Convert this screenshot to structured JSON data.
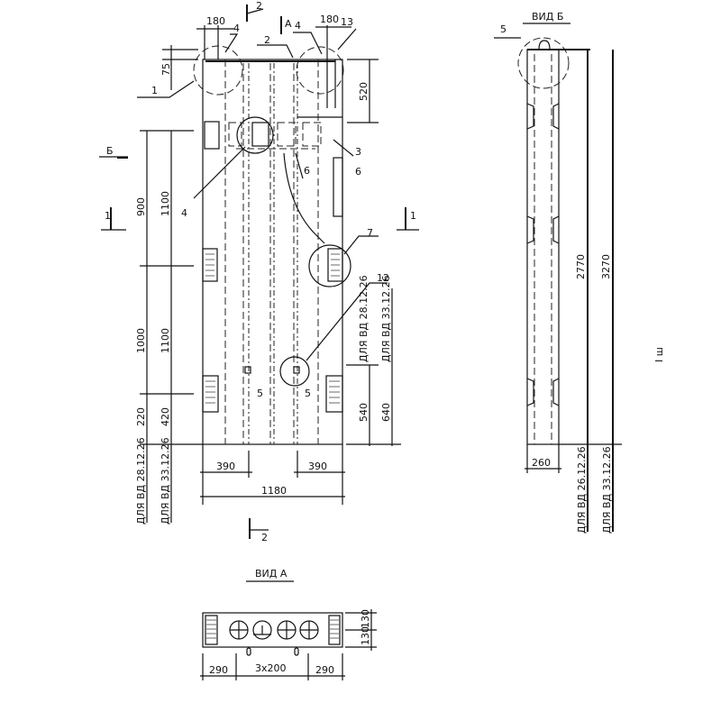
{
  "main_view": {
    "top_dims": [
      "180",
      "180"
    ],
    "callouts": {
      "c1": "1",
      "c2": "2",
      "c3": "3",
      "c4a": "4",
      "c4b": "4",
      "c4c": "4",
      "c5a": "5",
      "c5b": "5",
      "c6a": "6",
      "c6b": "6",
      "c7": "7",
      "c12": "12",
      "c13": "13"
    },
    "section_marks": {
      "a_top": "А",
      "two_top": "2",
      "two_bottom": "2",
      "one_left": "1",
      "one_right": "1",
      "b_left": "Б"
    },
    "left_dims": {
      "d75": "75",
      "d900": "900",
      "d1100a": "1100",
      "d1000": "1000",
      "d1100b": "1100",
      "d220": "220",
      "d420": "420"
    },
    "right_dims": {
      "d520": "520",
      "d540": "540",
      "d640": "640"
    },
    "bottom_dims": {
      "d390a": "390",
      "d390b": "390",
      "d1180": "1180"
    },
    "left_notes": [
      "ДЛЯ ВД 28.12.26",
      "ДЛЯ ВД 33.12.26"
    ],
    "right_notes": [
      "ДЛЯ ВД 28.12.26",
      "ДЛЯ ВД 33.12.26"
    ]
  },
  "view_a": {
    "title": "ВИД А",
    "dims": {
      "left": "290",
      "middle": "3x200",
      "right": "290",
      "h1": "130",
      "h2": "130"
    }
  },
  "view_b": {
    "title": "ВИД Б",
    "callout": "5",
    "dims": {
      "inner": "2770",
      "outer": "3270",
      "width": "260"
    },
    "notes": [
      "ДЛЯ ВД 26.12.26",
      "ДЛЯ ВД 33.12.26"
    ]
  },
  "sheet_mark": "I ш"
}
